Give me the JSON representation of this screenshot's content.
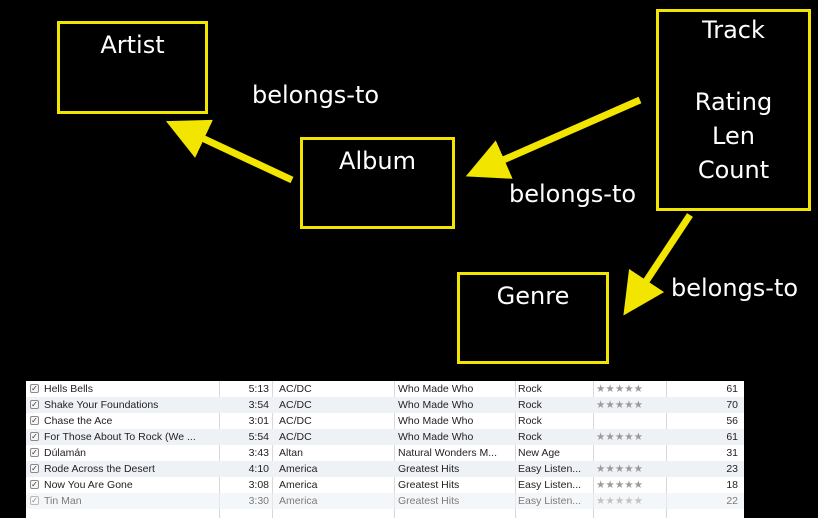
{
  "diagram": {
    "boxes": {
      "artist": "Artist",
      "album": "Album",
      "track": "Track",
      "track_fields": [
        "Rating",
        "Len",
        "Count"
      ],
      "genre": "Genre"
    },
    "edge_labels": {
      "album_to_artist": "belongs-to",
      "track_to_album": "belongs-to",
      "track_to_genre": "belongs-to"
    },
    "colors": {
      "box_border": "#f2e600",
      "arrow": "#f2e600",
      "background": "#000000",
      "text": "#ffffff"
    }
  },
  "table": {
    "rows": [
      {
        "name": "Hells Bells",
        "time": "5:13",
        "artist": "AC/DC",
        "album": "Who Made Who",
        "genre": "Rock",
        "rating": "★★★★★",
        "count": "61"
      },
      {
        "name": "Shake Your Foundations",
        "time": "3:54",
        "artist": "AC/DC",
        "album": "Who Made Who",
        "genre": "Rock",
        "rating": "★★★★★",
        "count": "70"
      },
      {
        "name": "Chase the Ace",
        "time": "3:01",
        "artist": "AC/DC",
        "album": "Who Made Who",
        "genre": "Rock",
        "rating": "",
        "count": "56"
      },
      {
        "name": "For Those About To Rock (We ...",
        "time": "5:54",
        "artist": "AC/DC",
        "album": "Who Made Who",
        "genre": "Rock",
        "rating": "★★★★★",
        "count": "61"
      },
      {
        "name": "Dúlamán",
        "time": "3:43",
        "artist": "Altan",
        "album": "Natural Wonders M...",
        "genre": "New Age",
        "rating": "",
        "count": "31"
      },
      {
        "name": "Rode Across the Desert",
        "time": "4:10",
        "artist": "America",
        "album": "Greatest Hits",
        "genre": "Easy Listen...",
        "rating": "★★★★★",
        "count": "23"
      },
      {
        "name": "Now You Are Gone",
        "time": "3:08",
        "artist": "America",
        "album": "Greatest Hits",
        "genre": "Easy Listen...",
        "rating": "★★★★★",
        "count": "18"
      },
      {
        "name": "Tin Man",
        "time": "3:30",
        "artist": "America",
        "album": "Greatest Hits",
        "genre": "Easy Listen...",
        "rating": "★★★★★",
        "count": "22"
      }
    ]
  }
}
